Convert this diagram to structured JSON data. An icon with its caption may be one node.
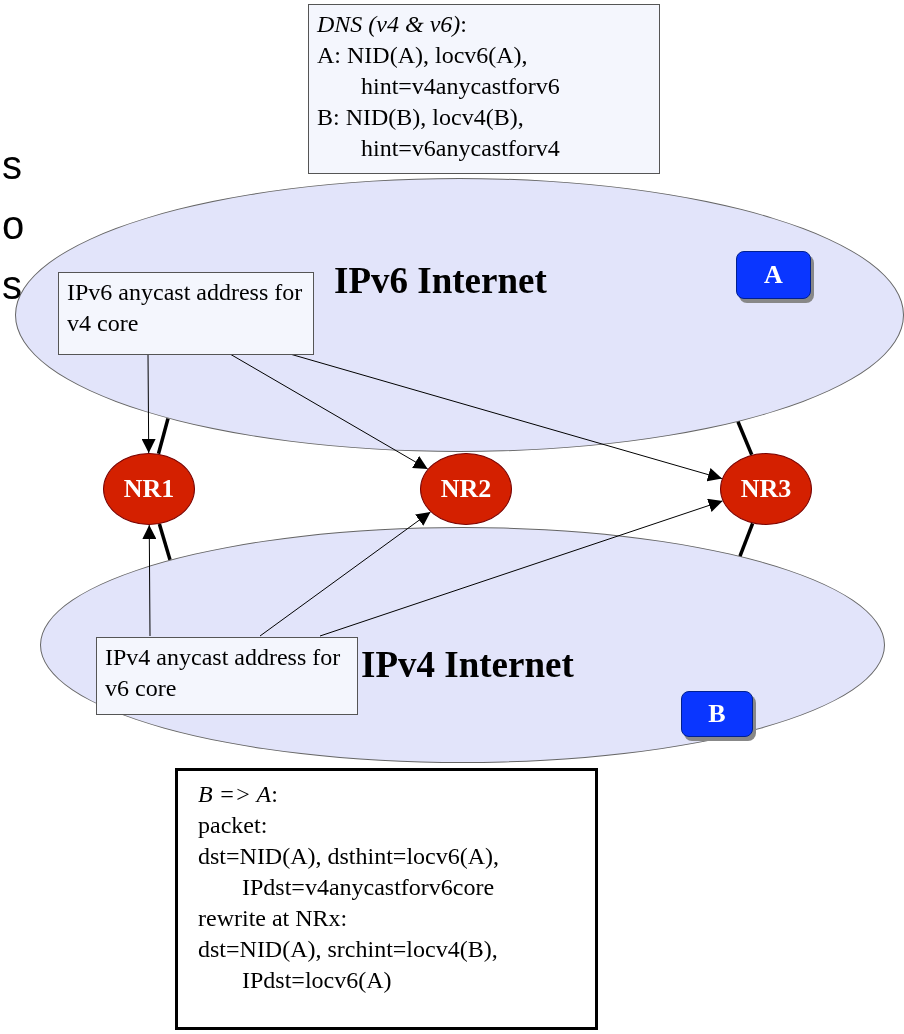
{
  "diagram": {
    "nodes": [
      {
        "text": [
          "IPv6 Internet"
        ]
      },
      {
        "text": [
          "*DNS (v4 & v6)*:",
          "A: NID(A), locv6(A), hint=v4anycastforv6",
          "B: NID(B), locv4(B), hint=v6anycastforv4"
        ]
      },
      {
        "text": [
          "A"
        ],
        "in": 0
      },
      {
        "text": [
          "IPv6 anycast address for v4 core"
        ],
        "in": 0
      },
      {
        "text": [
          "NR1"
        ]
      },
      {
        "text": [
          "NR2"
        ]
      },
      {
        "text": [
          "NR3"
        ]
      },
      {
        "text": [
          "IPv4 Internet"
        ]
      },
      {
        "text": [
          "IPv4 anycast address for v6 core"
        ],
        "in": 7
      },
      {
        "text": [
          "B"
        ],
        "in": 7
      },
      {
        "text": [
          "*B => A*:",
          "packet:",
          "dst=NID(A), dsthint=locv6(A), IPdst=v4anycastforv6core",
          "rewrite at NRx:",
          "dst=NID(A), srchint=locv4(B), IPdst=locv6(A)"
        ]
      }
    ],
    "edges": [
      {
        "from": 3,
        "to": 4,
        "arrow": "to"
      },
      {
        "from": 3,
        "to": 5,
        "arrow": "to"
      },
      {
        "from": 3,
        "to": 6,
        "arrow": "to"
      },
      {
        "from": 0,
        "to": 4,
        "arrow": "none",
        "style": "thick"
      },
      {
        "from": 0,
        "to": 6,
        "arrow": "none",
        "style": "thick"
      },
      {
        "from": 7,
        "to": 4,
        "arrow": "none",
        "style": "thick"
      },
      {
        "from": 7,
        "to": 6,
        "arrow": "none",
        "style": "thick"
      },
      {
        "from": 8,
        "to": 4,
        "arrow": "to"
      },
      {
        "from": 8,
        "to": 5,
        "arrow": "to"
      },
      {
        "from": 8,
        "to": 6,
        "arrow": "to"
      }
    ],
    "labels": [
      "s",
      "o",
      "s"
    ]
  }
}
